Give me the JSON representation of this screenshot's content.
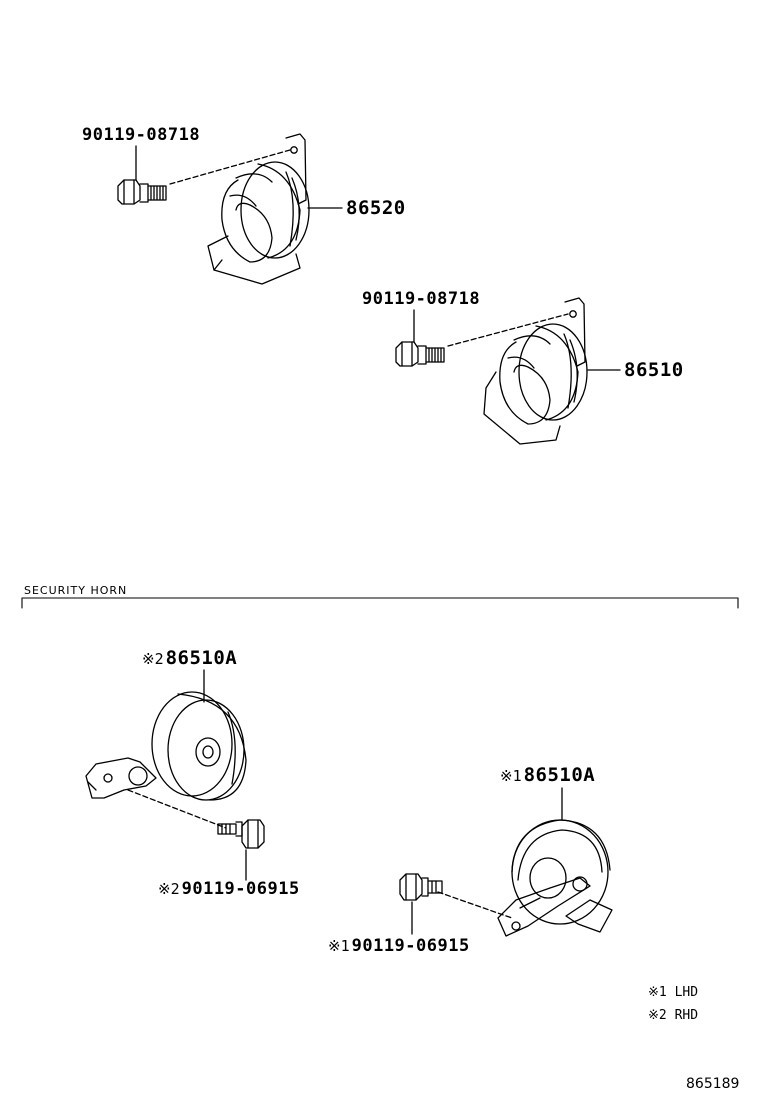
{
  "top_parts": {
    "bolt_upper": "90119-08718",
    "horn_upper": "86520",
    "bolt_lower": "90119-08718",
    "horn_lower": "86510"
  },
  "security_section": {
    "title": "SECURITY HORN",
    "horn_rhd": {
      "mark": "※2",
      "part_no": "86510A"
    },
    "bolt_rhd": {
      "mark": "※2",
      "part_no": "90119-06915"
    },
    "horn_lhd": {
      "mark": "※1",
      "part_no": "86510A"
    },
    "bolt_lhd": {
      "mark": "※1",
      "part_no": "90119-06915"
    }
  },
  "legend": [
    {
      "mark": "※1",
      "text": "LHD"
    },
    {
      "mark": "※2",
      "text": "RHD"
    }
  ],
  "diagram_code": "865189"
}
